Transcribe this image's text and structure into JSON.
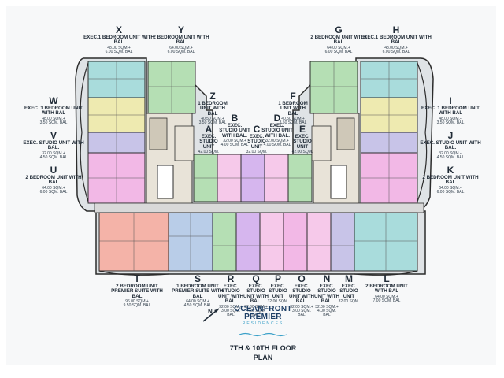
{
  "title": "7TH & 10TH  FLOOR  PLAN",
  "brand": {
    "line1": "OCEANFRONT",
    "line2": "PREMIER",
    "line3": "RESIDENCES",
    "compass": "N"
  },
  "units": {
    "X": {
      "letter": "X",
      "name": "EXEC.1 BEDROOM UNIT WITH BAL",
      "size": "48.00 SQM.+",
      "bal": "6.00 SQM. BAL"
    },
    "Y": {
      "letter": "Y",
      "name": "2 BEDROOM UNIT WITH BAL",
      "size": "64.00 SQM.+",
      "bal": "6.00 SQM. BAL"
    },
    "G": {
      "letter": "G",
      "name": "2 BEDROOM UNIT WITH BAL",
      "size": "64.00 SQM.+",
      "bal": "6.00 SQM. BAL"
    },
    "H": {
      "letter": "H",
      "name": "EXEC.1 BEDROOM UNIT WITH BAL",
      "size": "48.00 SQM.+",
      "bal": "6.00 SQM. BAL"
    },
    "W": {
      "letter": "W",
      "name": "EXEC. 1 BEDROOM UNIT WITH BAL",
      "size": "48.00 SQM.+",
      "bal": "3.50 SQM. BAL"
    },
    "I": {
      "letter": "I",
      "name": "EXEC. 1 BEDROOM UNIT WITH BAL",
      "size": "48.00 SQM.+",
      "bal": "3.50 SQM. BAL"
    },
    "V": {
      "letter": "V",
      "name": "EXEC. STUDIO UNIT WITH BAL.",
      "size": "32.00 SQM.+",
      "bal": "4.50 SQM. BAL"
    },
    "J": {
      "letter": "J",
      "name": "EXEC. STUDIO UNIT WITH BAL.",
      "size": "32.00 SQM.+",
      "bal": "4.50 SQM. BAL"
    },
    "U": {
      "letter": "U",
      "name": "2 BEDROOM UNIT WITH BAL",
      "size": "64.00 SQM.+",
      "bal": "6.00 SQM. BAL"
    },
    "K": {
      "letter": "K",
      "name": "2 BEDROOM UNIT WITH BAL",
      "size": "64.00 SQM.+",
      "bal": "6.00 SQM. BAL"
    },
    "Z": {
      "letter": "Z",
      "name": "1 BEDROOM UNIT WITH BAL",
      "size": "40.50 SQM.+",
      "bal": "3.50 SQM. BAL"
    },
    "F": {
      "letter": "F",
      "name": "1 BEDROOM UNIT WITH BAL",
      "size": "40.50 SQM.+",
      "bal": "3.50 SQM. BAL"
    },
    "A": {
      "letter": "A",
      "name": "EXEC. STUDIO UNIT",
      "size": "42.00 SQM.",
      "bal": ""
    },
    "E": {
      "letter": "E",
      "name": "EXEC. STUDIO UNIT",
      "size": "42.00 SQM.",
      "bal": ""
    },
    "B": {
      "letter": "B",
      "name": "EXEC. STUDIO UNIT WITH BAL.",
      "size": "32.00 SQM.+",
      "bal": "4.00 SQM. BAL"
    },
    "D": {
      "letter": "D",
      "name": "EXEC. STUDIO UNIT WITH BAL.",
      "size": "32.00 SQM.+",
      "bal": "4.00 SQM. BAL"
    },
    "C": {
      "letter": "C",
      "name": "EXEC. STUDIO UNIT",
      "size": "32.00 SQM.",
      "bal": ""
    },
    "T": {
      "letter": "T",
      "name": "2 BEDROOM UNIT PREMIER SUITE WITH BAL",
      "size": "96.00 SQM.+",
      "bal": "9.50 SQM. BAL"
    },
    "S": {
      "letter": "S",
      "name": "1 BEDROOM UNIT PREMIER SUITE WITH BAL",
      "size": "64.00 SQM.+",
      "bal": "4.50 SQM. BAL"
    },
    "R": {
      "letter": "R",
      "name": "EXEC. STUDIO UNIT WITH BAL.",
      "size": "32.00 SQM.+",
      "bal": "3.00 SQM. BAL"
    },
    "Q": {
      "letter": "Q",
      "name": "EXEC. STUDIO UNIT WITH BAL.",
      "size": "32.00 SQM.+",
      "bal": "4.00 SQM. BAL"
    },
    "P": {
      "letter": "P",
      "name": "EXEC. STUDIO UNIT",
      "size": "32.00 SQM.",
      "bal": ""
    },
    "O": {
      "letter": "O",
      "name": "EXEC. STUDIO UNIT WITH BAL.",
      "size": "32.00 SQM.+",
      "bal": "3.00 SQM. BAL"
    },
    "N": {
      "letter": "N",
      "name": "EXEC. STUDIO UNIT WITH BAL.",
      "size": "32.00 SQM.+",
      "bal": "4.00 SQM. BAL"
    },
    "M": {
      "letter": "M",
      "name": "EXEC. STUDIO UNIT",
      "size": "32.00 SQM.",
      "bal": ""
    },
    "L": {
      "letter": "L",
      "name": "2 BEDROOM UNIT WITH BAL",
      "size": "64.00 SQM.+",
      "bal": "7.00 SQM. BAL"
    }
  },
  "colors": {
    "teal": "#a9dcdc",
    "green": "#b5dfb4",
    "yellow": "#eeeab0",
    "lavender": "#c8c4e8",
    "magenta": "#f2b8e6",
    "pink": "#f6c9ea",
    "salmon": "#f4b3a8",
    "blue": "#b9cde8",
    "purple": "#d6b6ee",
    "core": "#e8e3d8",
    "corridor": "#d9d9d9",
    "wall": "#3a3a3a"
  }
}
